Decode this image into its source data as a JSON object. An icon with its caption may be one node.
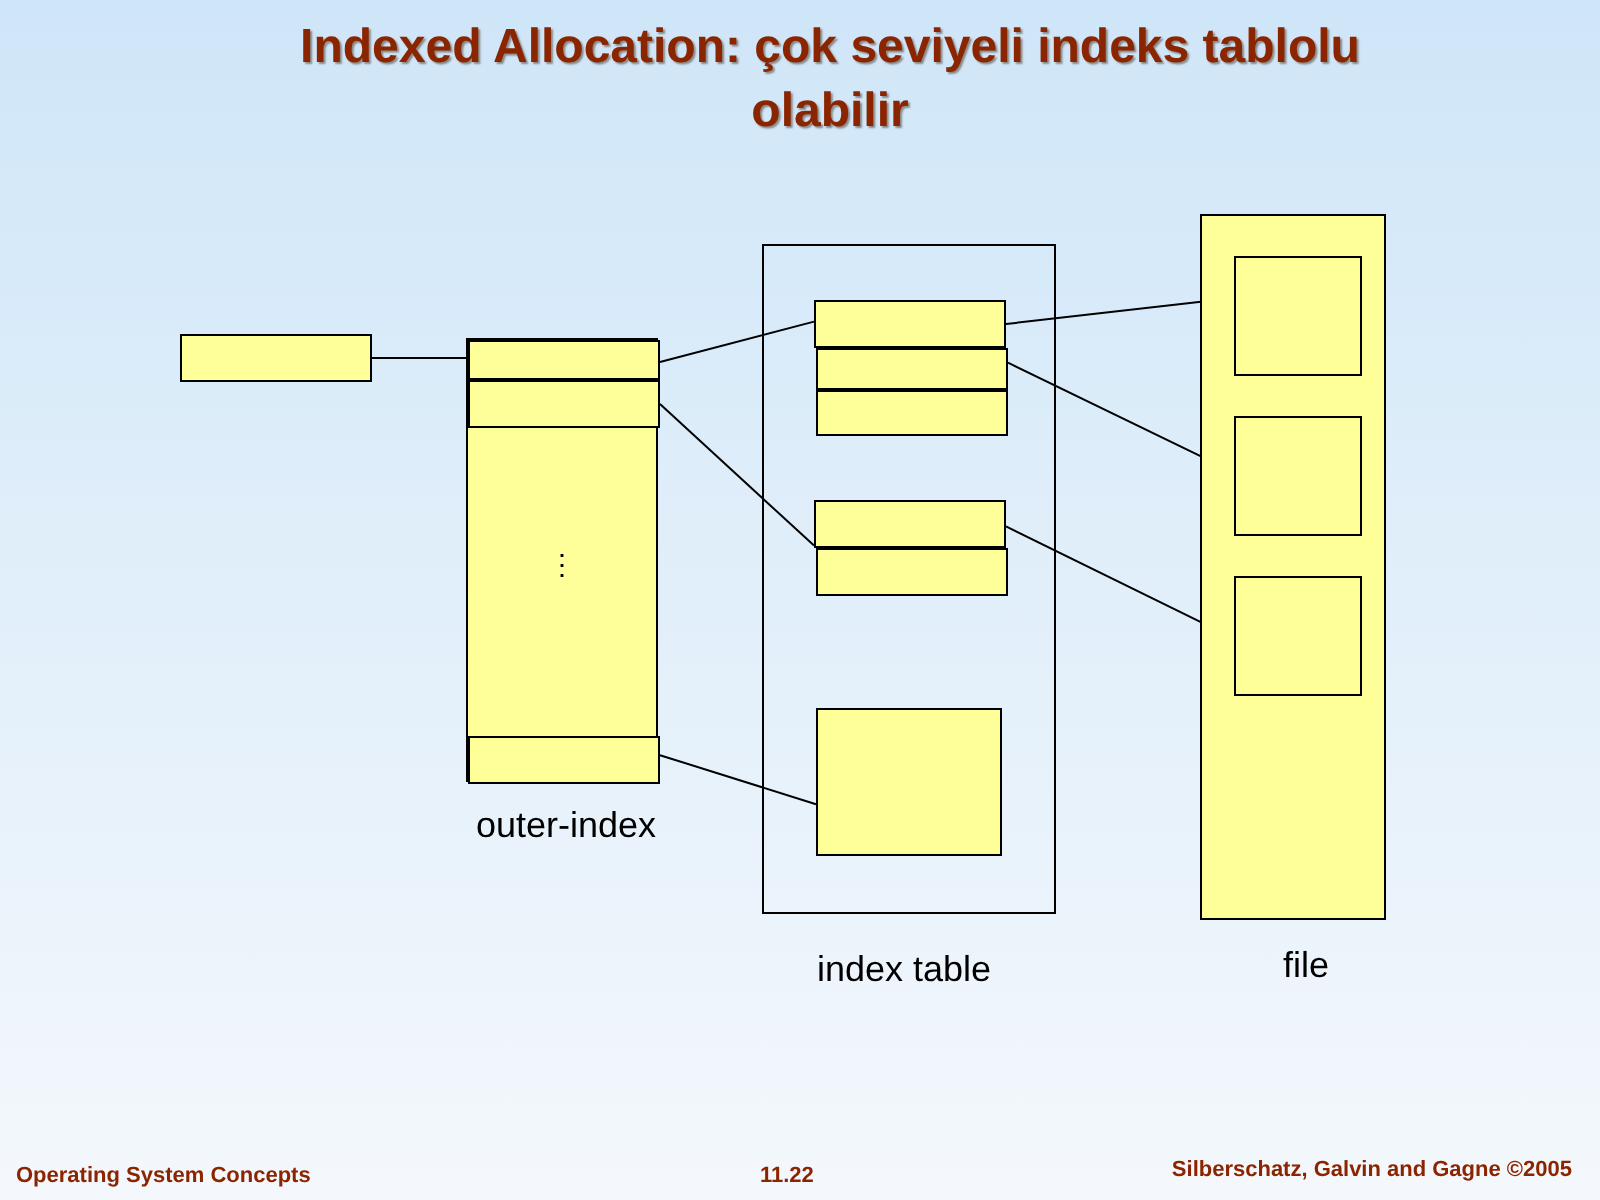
{
  "diagram": {
    "title": "Indexed Allocation: çok seviyeli  indeks tablolu olabilir",
    "nodes": [
      {
        "text": [],
        "shape": "box"
      },
      {
        "text": [
          "⋮"
        ],
        "beside": [
          "outer-index"
        ]
      },
      {
        "text": [],
        "shape": "box",
        "in": 1
      },
      {
        "text": [],
        "shape": "box",
        "in": 1
      },
      {
        "text": [],
        "shape": "box",
        "in": 1
      },
      {
        "text": [],
        "shape": "box",
        "beside": [
          "index table"
        ]
      },
      {
        "text": [],
        "shape": "box",
        "in": 5
      },
      {
        "text": [],
        "shape": "box",
        "in": 5
      },
      {
        "text": [],
        "shape": "box",
        "in": 5
      },
      {
        "text": [],
        "shape": "box",
        "in": 5
      },
      {
        "text": [],
        "shape": "box",
        "in": 5
      },
      {
        "text": [],
        "shape": "box",
        "in": 5
      },
      {
        "text": [],
        "shape": "box",
        "beside": [
          "file"
        ]
      },
      {
        "text": [],
        "shape": "box",
        "in": 12
      },
      {
        "text": [],
        "shape": "box",
        "in": 12
      },
      {
        "text": [],
        "shape": "box",
        "in": 12
      }
    ],
    "edges": [
      {
        "from": 0,
        "to": 2,
        "arrow": "none"
      },
      {
        "from": 2,
        "to": 6,
        "arrow": "none"
      },
      {
        "from": 3,
        "to": 9,
        "arrow": "none"
      },
      {
        "from": 4,
        "to": 11,
        "arrow": "none"
      },
      {
        "from": 6,
        "to": 13,
        "arrow": "none"
      },
      {
        "from": 7,
        "to": 14,
        "arrow": "none"
      },
      {
        "from": 9,
        "to": 15,
        "arrow": "none"
      }
    ],
    "labels": [
      "Operating System Concepts",
      "11.22",
      "Silberschatz, Galvin and Gagne ©2005"
    ]
  }
}
